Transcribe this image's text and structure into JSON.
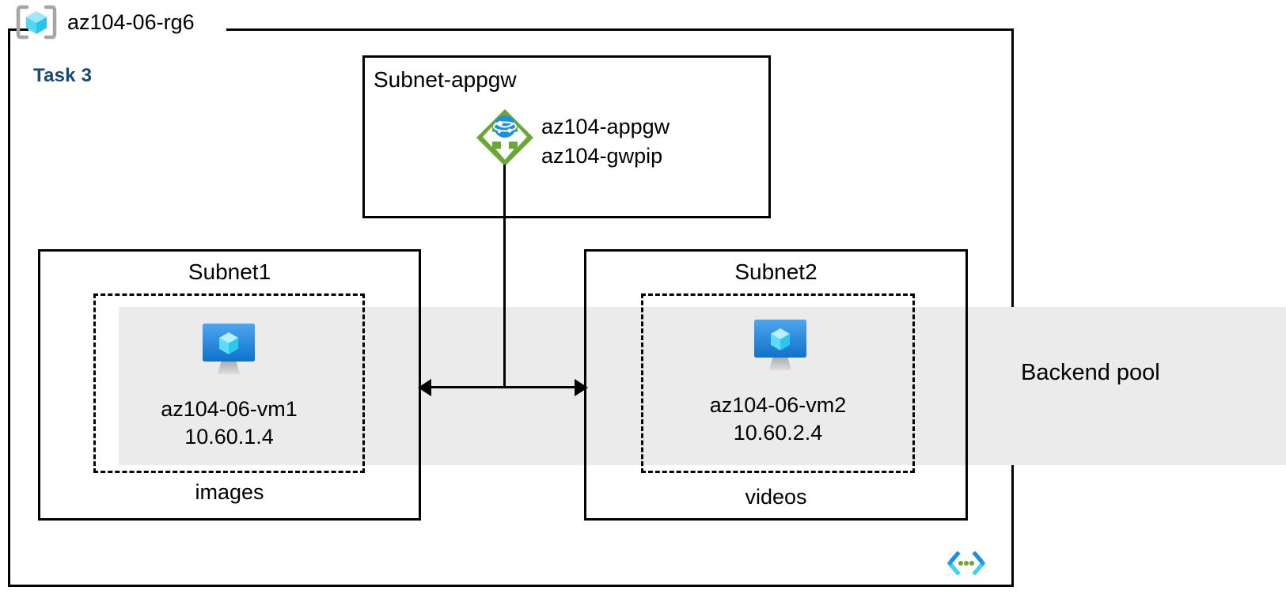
{
  "diagram": {
    "resource_group": {
      "name": "az104-06-rg6",
      "icon": "resource-group-cube-icon"
    },
    "task": {
      "label": "Task 3",
      "color": "#154A7A"
    },
    "backend_pool": {
      "label": "Backend pool",
      "band_color": "#ebebeb"
    },
    "subnets": [
      {
        "id": "subnet-appgw",
        "title": "Subnet-appgw",
        "resources": [
          {
            "icon": "application-gateway-icon",
            "icon_color": "#6aa833",
            "lines": [
              "az104-appgw",
              "az104-gwpip"
            ]
          }
        ]
      },
      {
        "id": "subnet1",
        "title": "Subnet1",
        "vm": {
          "icon": "virtual-machine-icon",
          "name": "az104-06-vm1",
          "ip": "10.60.1.4"
        },
        "caption": "images"
      },
      {
        "id": "subnet2",
        "title": "Subnet2",
        "vm": {
          "icon": "virtual-machine-icon",
          "name": "az104-06-vm2",
          "ip": "10.60.2.4"
        },
        "caption": "videos"
      }
    ],
    "footer_icon": "code-brackets-icon"
  }
}
